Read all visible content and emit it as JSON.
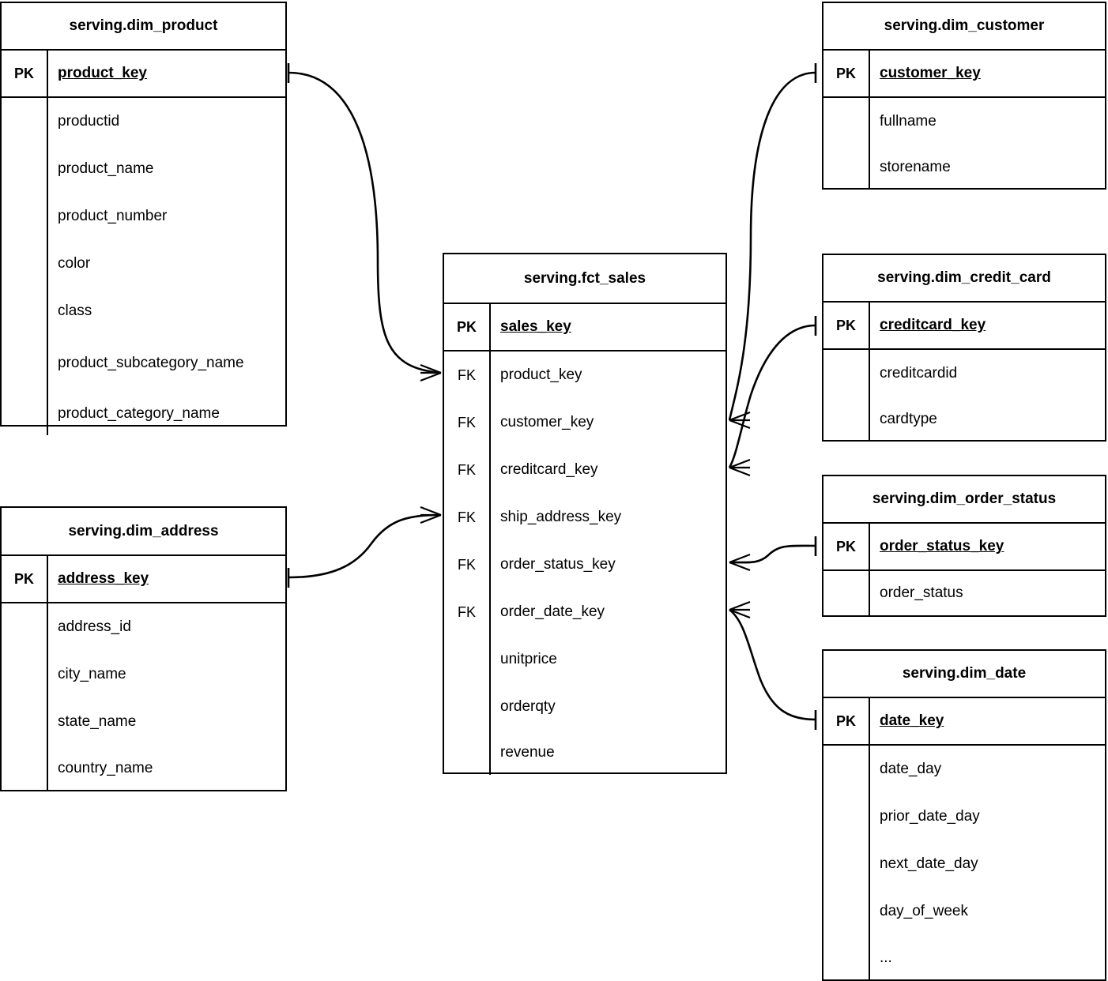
{
  "diagram": {
    "title": "serving layer star schema",
    "type": "entity-relationship-diagram",
    "line_color": "#000000",
    "background_color": "#ffffff",
    "pk_label": "PK",
    "fk_label": "FK"
  },
  "entities": [
    {
      "id": "product",
      "name": "serving.dim_product",
      "pk": {
        "key": "PK",
        "name": "product_key"
      },
      "fields": [
        {
          "key": "",
          "name": "productid"
        },
        {
          "key": "",
          "name": "product_name"
        },
        {
          "key": "",
          "name": "product_number"
        },
        {
          "key": "",
          "name": "color"
        },
        {
          "key": "",
          "name": "class"
        },
        {
          "key": "",
          "name": "product_subcategory_name"
        },
        {
          "key": "",
          "name": "product_category_name"
        }
      ]
    },
    {
      "id": "customer",
      "name": "serving.dim_customer",
      "pk": {
        "key": "PK",
        "name": "customer_key"
      },
      "fields": [
        {
          "key": "",
          "name": "fullname"
        },
        {
          "key": "",
          "name": "storename"
        }
      ]
    },
    {
      "id": "fct",
      "name": "serving.fct_sales",
      "pk": {
        "key": "PK",
        "name": "sales_key"
      },
      "fields": [
        {
          "key": "FK",
          "name": "product_key"
        },
        {
          "key": "FK",
          "name": "customer_key"
        },
        {
          "key": "FK",
          "name": "creditcard_key"
        },
        {
          "key": "FK",
          "name": "ship_address_key"
        },
        {
          "key": "FK",
          "name": "order_status_key"
        },
        {
          "key": "FK",
          "name": "order_date_key"
        },
        {
          "key": "",
          "name": "unitprice"
        },
        {
          "key": "",
          "name": "orderqty"
        },
        {
          "key": "",
          "name": "revenue"
        }
      ]
    },
    {
      "id": "credit",
      "name": "serving.dim_credit_card",
      "pk": {
        "key": "PK",
        "name": "creditcard_key"
      },
      "fields": [
        {
          "key": "",
          "name": "creditcardid"
        },
        {
          "key": "",
          "name": "cardtype"
        }
      ]
    },
    {
      "id": "address",
      "name": "serving.dim_address",
      "pk": {
        "key": "PK",
        "name": "address_key"
      },
      "fields": [
        {
          "key": "",
          "name": "address_id"
        },
        {
          "key": "",
          "name": "city_name"
        },
        {
          "key": "",
          "name": "state_name"
        },
        {
          "key": "",
          "name": "country_name"
        }
      ]
    },
    {
      "id": "status",
      "name": "serving.dim_order_status",
      "pk": {
        "key": "PK",
        "name": "order_status_key"
      },
      "fields": [
        {
          "key": "",
          "name": "order_status"
        }
      ]
    },
    {
      "id": "date",
      "name": "serving.dim_date",
      "pk": {
        "key": "PK",
        "name": "date_key"
      },
      "fields": [
        {
          "key": "",
          "name": "date_day"
        },
        {
          "key": "",
          "name": "prior_date_day"
        },
        {
          "key": "",
          "name": "next_date_day"
        },
        {
          "key": "",
          "name": "day_of_week"
        },
        {
          "key": "",
          "name": "..."
        }
      ]
    }
  ],
  "relationships": [
    {
      "id": "product-to-fct",
      "from": "serving.dim_product.product_key",
      "to": "serving.fct_sales.product_key",
      "from_cardinality": "one",
      "to_cardinality": "many"
    },
    {
      "id": "customer-to-fct",
      "from": "serving.dim_customer.customer_key",
      "to": "serving.fct_sales.customer_key",
      "from_cardinality": "one",
      "to_cardinality": "many"
    },
    {
      "id": "credit-to-fct",
      "from": "serving.dim_credit_card.creditcard_key",
      "to": "serving.fct_sales.creditcard_key",
      "from_cardinality": "one",
      "to_cardinality": "many"
    },
    {
      "id": "address-to-fct",
      "from": "serving.dim_address.address_key",
      "to": "serving.fct_sales.ship_address_key",
      "from_cardinality": "one",
      "to_cardinality": "many"
    },
    {
      "id": "status-to-fct",
      "from": "serving.dim_order_status.order_status_key",
      "to": "serving.fct_sales.order_status_key",
      "from_cardinality": "one",
      "to_cardinality": "many"
    },
    {
      "id": "date-to-fct",
      "from": "serving.dim_date.date_key",
      "to": "serving.fct_sales.order_date_key",
      "from_cardinality": "one",
      "to_cardinality": "many"
    }
  ]
}
